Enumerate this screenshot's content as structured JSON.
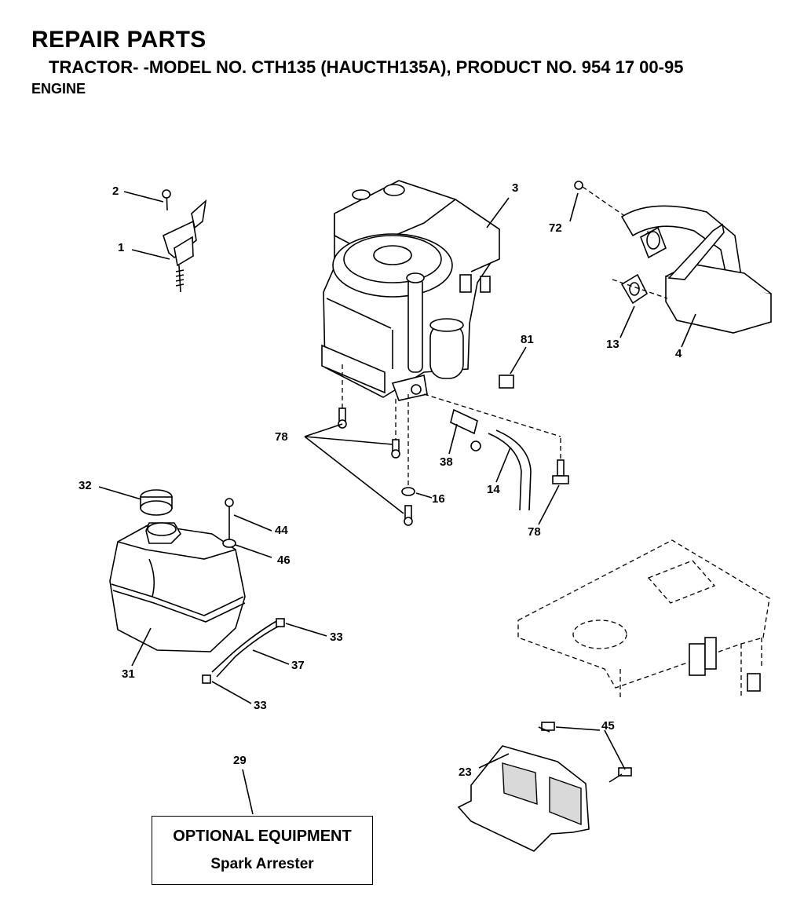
{
  "header": {
    "title": "REPAIR PARTS",
    "subtitle": "TRACTOR- -MODEL NO. CTH135 (HAUCTH135A), PRODUCT NO. 954 17 00-95",
    "section": "ENGINE"
  },
  "callouts": [
    "1",
    "2",
    "3",
    "4",
    "13",
    "14",
    "16",
    "23",
    "29",
    "31",
    "32",
    "33",
    "33",
    "37",
    "38",
    "44",
    "45",
    "46",
    "72",
    "78",
    "78",
    "81"
  ],
  "optional_box": {
    "heading": "OPTIONAL EQUIPMENT",
    "item": "Spark Arrester"
  }
}
